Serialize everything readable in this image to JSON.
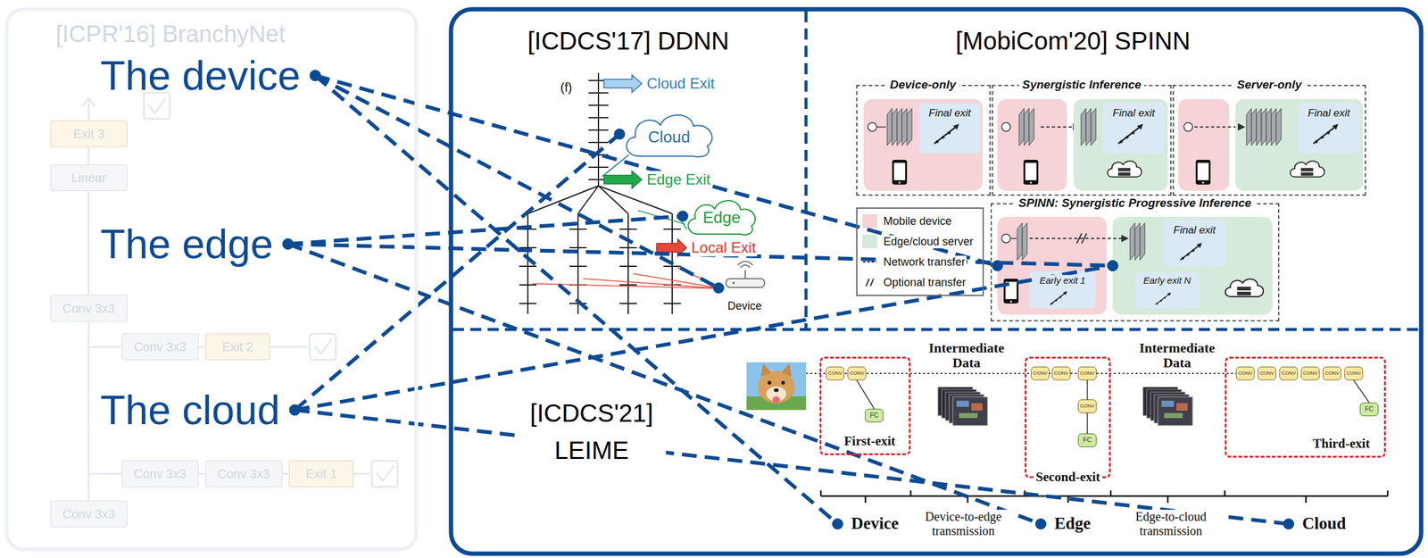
{
  "diagram": {
    "nodes": [
      {
        "text": [
          "[ICPR'16] BranchyNet"
        ]
      },
      {
        "text": [
          "Exit 3"
        ],
        "in": 0
      },
      {
        "text": [
          "Linear"
        ],
        "in": 0
      },
      {
        "text": [
          "Conv 3x3"
        ],
        "in": 0
      },
      {
        "text": [
          "Conv 3x3"
        ],
        "in": 0
      },
      {
        "text": [
          "Exit 2"
        ],
        "in": 0
      },
      {
        "text": [
          "Conv 3x3"
        ],
        "in": 0
      },
      {
        "text": [
          "Conv 3x3"
        ],
        "in": 0
      },
      {
        "text": [
          "Exit 1"
        ],
        "in": 0
      },
      {
        "text": [
          "Conv 3x3"
        ],
        "in": 0
      },
      {
        "text": [
          "The device"
        ]
      },
      {
        "text": [
          "The edge"
        ]
      },
      {
        "text": [
          "The cloud"
        ]
      },
      {
        "text": [
          "[ICDCS'17] DDNN"
        ]
      },
      {
        "text": [
          "Cloud"
        ],
        "in": 13
      },
      {
        "text": [
          "Edge"
        ],
        "in": 13
      },
      {
        "text": [
          "Device"
        ],
        "in": 13
      },
      {
        "text": [
          "[MobiCom'20] SPINN"
        ]
      },
      {
        "text": [
          "Device-only",
          "Final exit"
        ],
        "in": 17
      },
      {
        "text": [
          "Synergistic Inference",
          "Final exit"
        ],
        "in": 17
      },
      {
        "text": [
          "Server-only",
          "Final exit"
        ],
        "in": 17
      },
      {
        "text": [
          "SPINN: Synergistic Progressive Inference"
        ],
        "in": 17
      },
      {
        "text": [
          "Early exit 1"
        ],
        "in": 21
      },
      {
        "text": [
          "Final exit",
          "Early exit N"
        ],
        "in": 21
      },
      {
        "text": [
          "[ICDCS'21] LEIME"
        ]
      },
      {
        "text": [
          "First-exit"
        ],
        "in": 24
      },
      {
        "text": [
          "Second-exit"
        ],
        "in": 24
      },
      {
        "text": [
          "Third-exit"
        ],
        "in": 24
      },
      {
        "text": [
          "Device"
        ],
        "in": 24
      },
      {
        "text": [
          "Edge"
        ],
        "in": 24
      },
      {
        "text": [
          "Cloud"
        ],
        "in": 24
      }
    ],
    "edges": [
      {
        "from": 10,
        "to": 16,
        "arrow": "none"
      },
      {
        "from": 10,
        "to": 22,
        "arrow": "none"
      },
      {
        "from": 10,
        "to": 28,
        "arrow": "none"
      },
      {
        "from": 11,
        "to": 15,
        "arrow": "none"
      },
      {
        "from": 11,
        "to": 23,
        "arrow": "none"
      },
      {
        "from": 11,
        "to": 29,
        "arrow": "none"
      },
      {
        "from": 12,
        "to": 14,
        "arrow": "none"
      },
      {
        "from": 12,
        "to": 23,
        "arrow": "none"
      },
      {
        "from": 12,
        "to": 30,
        "arrow": "none"
      }
    ],
    "labels": [
      "(f)",
      "Cloud Exit",
      "Edge Exit",
      "Local Exit",
      "Intermediate Data",
      "Intermediate Data",
      "Device-to-edge transmission",
      "Edge-to-cloud transmission",
      "CONV",
      "CONV",
      "FC",
      "CONV",
      "CONV",
      "CONV",
      "CONV",
      "FC",
      "CONV",
      "CONV",
      "CONV",
      "CONV",
      "CONV",
      "CONV",
      "FC"
    ],
    "legend": [
      {
        "text": "Mobile device",
        "color": "#f6d3d6"
      },
      {
        "text": "Edge/cloud server",
        "color": "#d5eadb"
      },
      {
        "text": "Network transfer"
      },
      {
        "text": "Optional transfer"
      }
    ]
  }
}
